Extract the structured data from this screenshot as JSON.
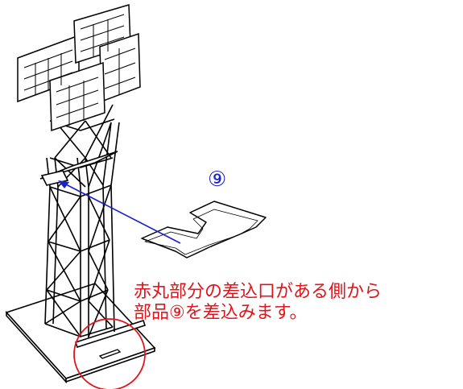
{
  "part_label": "⑨",
  "instruction": {
    "line1": "赤丸部分の差込口がある側から",
    "line2": "部品⑨を差込みます。"
  },
  "colors": {
    "line_art": "#000000",
    "arrow": "#1a22c8",
    "highlight": "#e0141a"
  }
}
